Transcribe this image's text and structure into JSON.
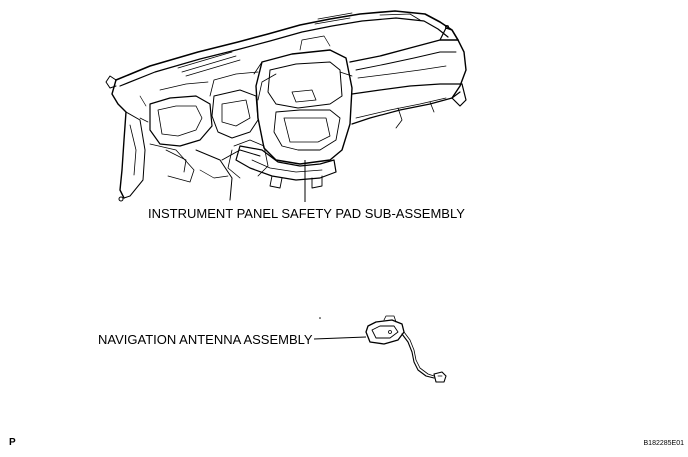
{
  "labels": {
    "instrument_panel": "INSTRUMENT PANEL SAFETY PAD SUB-ASSEMBLY",
    "navigation_antenna": "NAVIGATION ANTENNA ASSEMBLY"
  },
  "corner_letter": "P",
  "figure_code": "B182285E01"
}
